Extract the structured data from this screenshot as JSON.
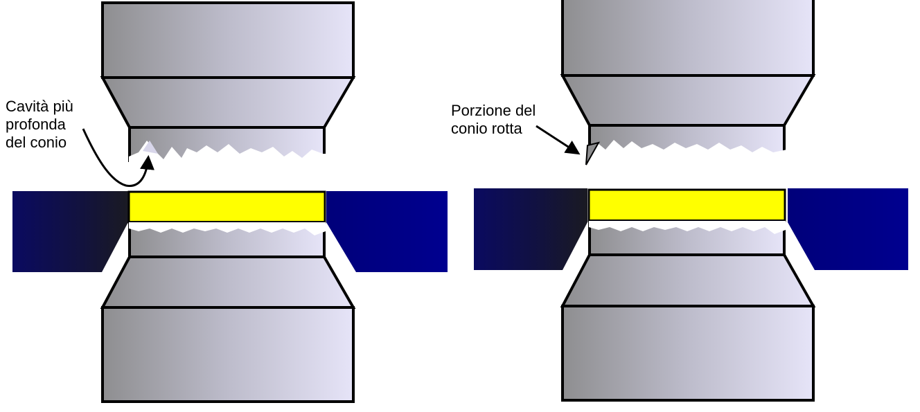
{
  "annotations": {
    "left": {
      "lines": [
        "Cavità più",
        "profonda",
        "del conio"
      ]
    },
    "right": {
      "lines": [
        "Porzione del",
        "conio rotta"
      ]
    }
  },
  "colors": {
    "die_light": "#e6e4f8",
    "die_dark": "#8e8e90",
    "coin_blank": "#ffff00",
    "collar_dark": "#111122",
    "collar_blue": "#00008f",
    "outline": "#000000"
  }
}
